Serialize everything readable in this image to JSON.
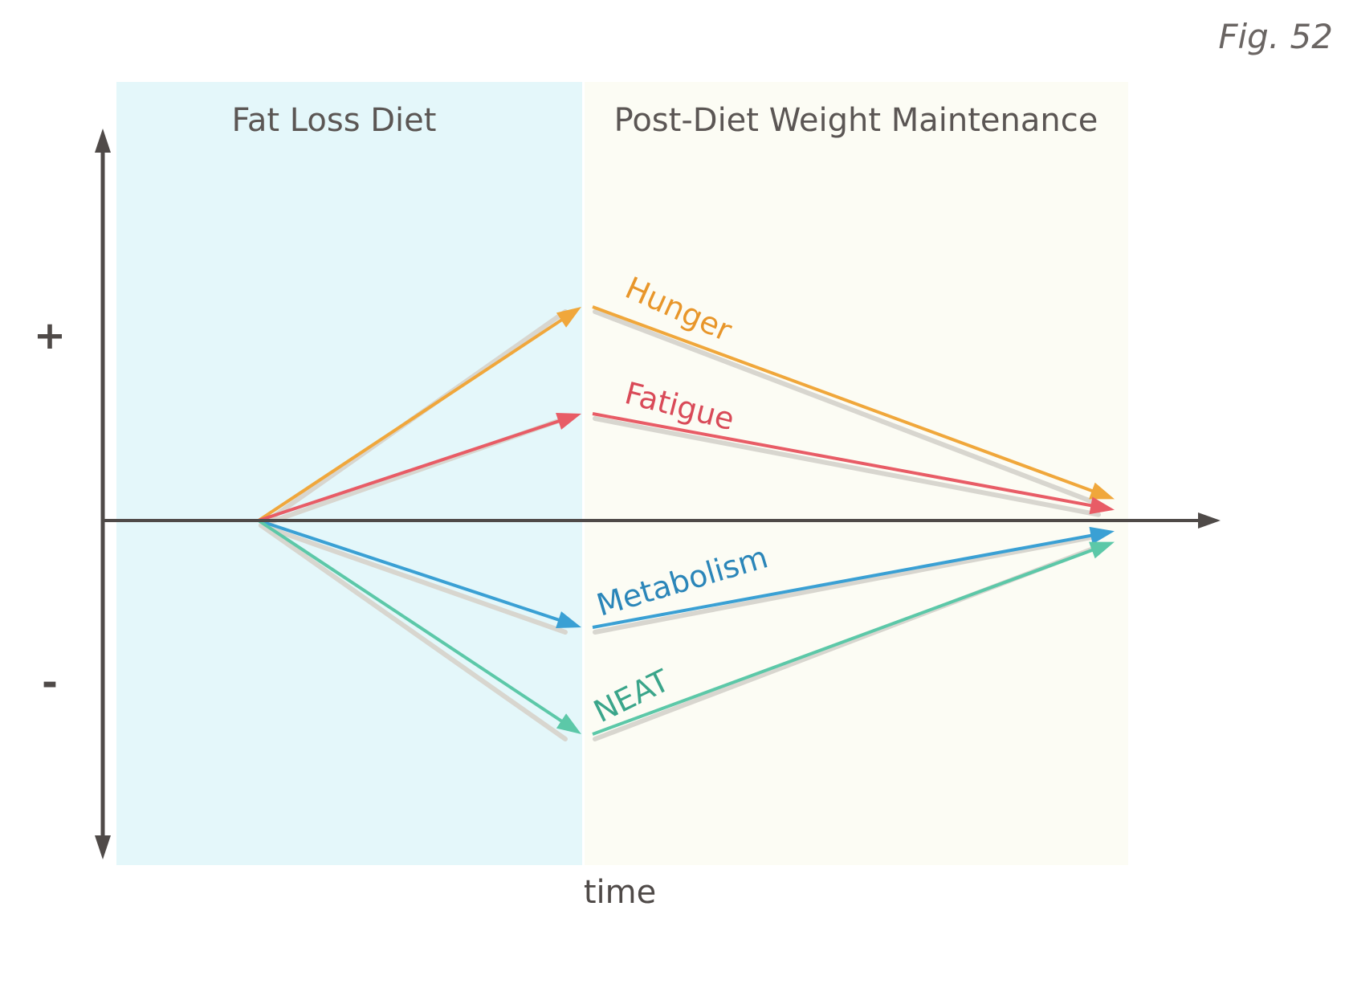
{
  "figure_label": "Fig. 52",
  "phases": [
    {
      "label": "Fat Loss Diet",
      "color": "#e4f7fa"
    },
    {
      "label": "Post-Diet Weight Maintenance",
      "color": "#fcfcf4"
    }
  ],
  "axis": {
    "x_label": "time",
    "positive_label": "+",
    "negative_label": "-",
    "color": "#4f4a48"
  },
  "series": [
    {
      "name": "Hunger",
      "color": "#f0a73b",
      "label_color": "#e8962a",
      "diet_level": 2,
      "maintenance_level": 0.2
    },
    {
      "name": "Fatigue",
      "color": "#e85c66",
      "label_color": "#d94a58",
      "diet_level": 1,
      "maintenance_level": 0.1
    },
    {
      "name": "Metabolism",
      "color": "#3aa0d4",
      "label_color": "#2b86b9",
      "diet_level": -1,
      "maintenance_level": -0.1
    },
    {
      "name": "NEAT",
      "color": "#5cc8a8",
      "label_color": "#3aa58a",
      "diet_level": -2,
      "maintenance_level": -0.2
    }
  ]
}
